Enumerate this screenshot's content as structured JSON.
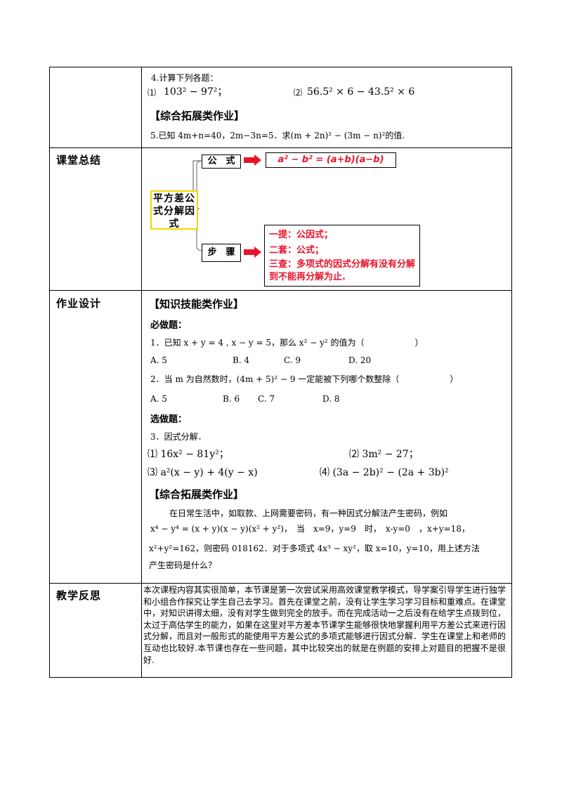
{
  "top_section": {
    "q4_title": "4.计算下列各题：",
    "q4_item1_prefix": "⑴",
    "q4_item1_expr": "103² − 97²；",
    "q4_item2_prefix": "⑵",
    "q4_item2_expr": "56.5² × 6 − 43.5² × 6",
    "heading": "【综合拓展类作业】",
    "q5_text": "5.已知 4m+n=40，2m−3n=5．求(m + 2n)² − (3m − n)²的值."
  },
  "summary": {
    "label": "课堂总结",
    "center_box": "平方差公式分解因式",
    "formula_label": "公　式",
    "formula_value": "a² − b² = (a+b)(a−b)",
    "steps_label": "步　骤",
    "step1": "一提：公因式；",
    "step2": "二套：公式；",
    "step3": "三查：多项式的因式分解有没有分解到不能再分解为止."
  },
  "homework": {
    "label": "作业设计",
    "heading1": "【知识技能类作业】",
    "required": "必做题：",
    "q1_text": "1．已知 x + y = 4 , x − y = 5，那么 x² − y² 的值为（　　　　　　）",
    "q1_options": [
      "A. 5",
      "B. 4",
      "C. 9",
      "D. 20"
    ],
    "q2_text": "2．当 m 为自然数时，(4m + 5)² − 9 一定能被下列哪个数整除（　　　　　　）",
    "q2_options": [
      "A. 5",
      "B. 6",
      "C. 7",
      "D. 8"
    ],
    "optional": "选做题：",
    "q3_text": "3．因式分解．",
    "q3_item1": "⑴ 16x² − 81y²；",
    "q3_item2": "⑵ 3m² − 27；",
    "q3_item3": "⑶ a²(x − y) + 4(y − x)",
    "q3_item4": "⑷ (3a − 2b)² − (2a + 3b)²",
    "heading2": "【综合拓展类作业】",
    "para_line1": "在日常生活中，如取款、上网需要密码，有一种因式分解法产生密码，例如",
    "para_line2": "x⁴ − y⁴ = (x + y)(x − y)(x² + y²)，　当　x=9，y=9　时，　x-y=0　，x+y=18，",
    "para_line3": "x²+y²=162，则密码 018162．对于多项式 4x³ − xy²，取 x=10，y=10，用上述方法",
    "para_line4": "产生密码是什么？"
  },
  "reflection": {
    "label": "教学反思",
    "text": "本次课程内容其实很简单，本节课是第一次尝试采用高效课堂教学模式，导学案引导学生进行独学和小组合作探究让学生自己去学习。首先在课堂之前，没有让学生学习学习目标和重难点。在课堂中，对知识讲得太细，没有对学生做到完全的放手。而在完成活动一之后没有在给学生点拨到位，太过于高估学生的能力，如果在这里对平方差本节课学生能够很快地掌握利用平方差公式来进行因式分解，而且对一般形式的能使用平方差公式的多项式能够进行因式分解．学生在课堂上和老师的互动也比较好.本节课也存在一些问题，其中比较突出的就是在例题的安排上对题目的把握不是很好."
  },
  "colors": {
    "accent_red": "#e8142b",
    "highlight_yellow": "#f2d800",
    "border": "#000000"
  }
}
